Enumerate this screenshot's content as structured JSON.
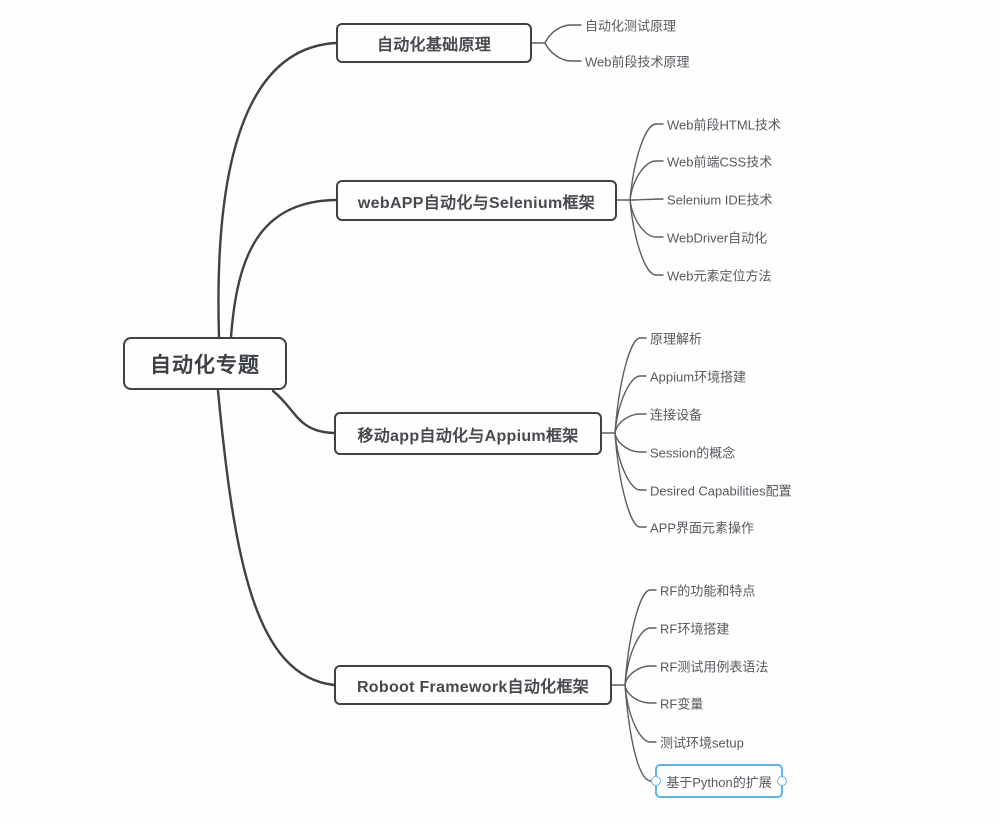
{
  "canvas": {
    "background_color": "#fefefe",
    "main_line_color": "#3e4247",
    "child_line_color": "#5a5e63",
    "selection_color": "#62b1e7"
  },
  "root": {
    "label": "自动化专题"
  },
  "branches": [
    {
      "label": "自动化基础原理",
      "children": [
        "自动化测试原理",
        "Web前段技术原理"
      ]
    },
    {
      "label": "webAPP自动化与Selenium框架",
      "children": [
        "Web前段HTML技术",
        "Web前端CSS技术",
        "Selenium IDE技术",
        "WebDriver自动化",
        "Web元素定位方法"
      ]
    },
    {
      "label": "移动app自动化与Appium框架",
      "children": [
        "原理解析",
        "Appium环境搭建",
        "连接设备",
        "Session的概念",
        "Desired Capabilities配置",
        "APP界面元素操作"
      ]
    },
    {
      "label": "Roboot Framework自动化框架",
      "children": [
        "RF的功能和特点",
        "RF环境搭建",
        "RF测试用例表语法",
        "RF变量",
        "测试环境setup",
        "基于Python的扩展"
      ]
    }
  ],
  "selection": {
    "label": "基于Python的扩展"
  }
}
